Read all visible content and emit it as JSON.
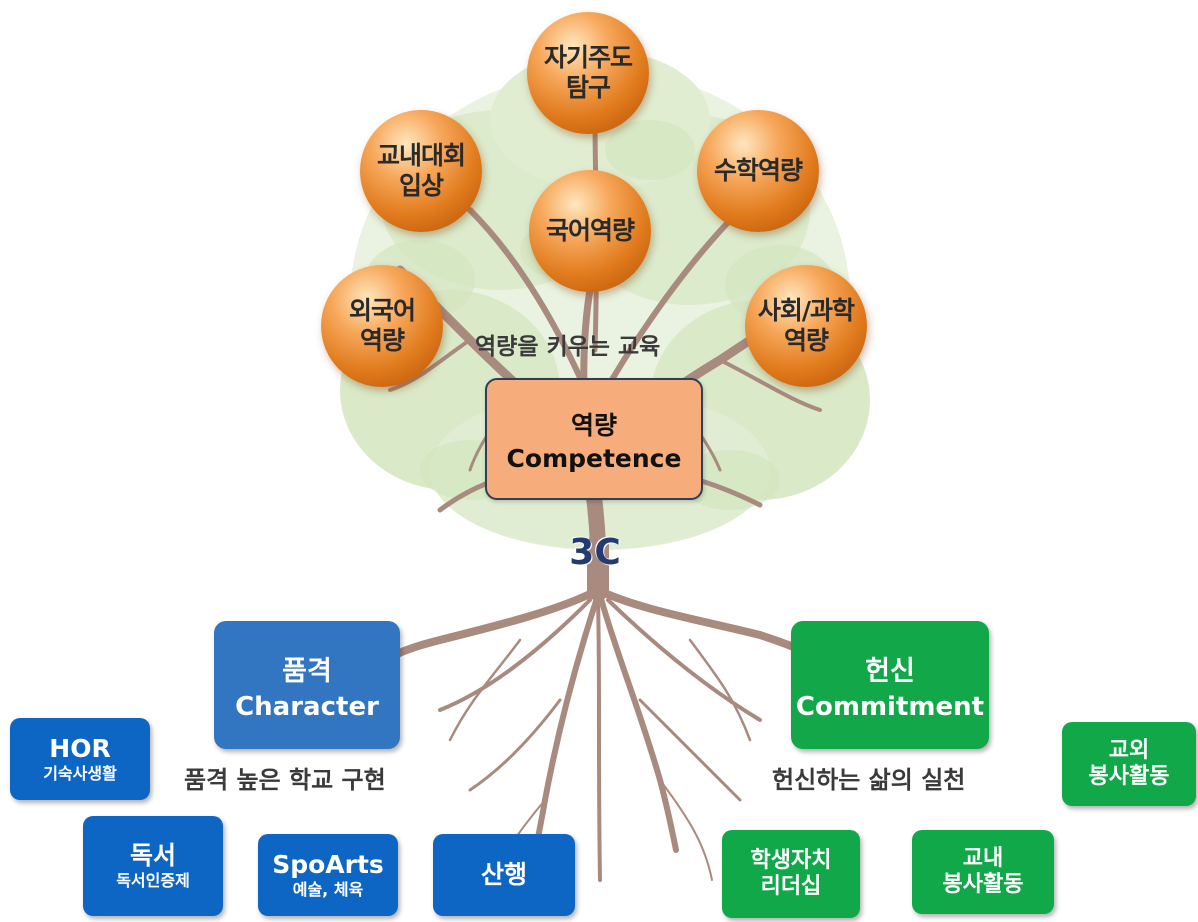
{
  "tree_label": "3C",
  "center": {
    "ko": "역량",
    "en": "Competence",
    "caption": "역량을 키우는 교육"
  },
  "competencies": [
    "자기주도\n탐구",
    "교내대회\n입상",
    "수학역량",
    "국어역량",
    "외국어\n역량",
    "사회/과학\n역량"
  ],
  "character": {
    "ko": "품격",
    "en": "Character",
    "caption": "품격 높은 학교 구현",
    "programs": [
      {
        "main": "HOR",
        "sub": "기숙사생활"
      },
      {
        "main": "독서",
        "sub": "독서인증제"
      },
      {
        "main": "SpoArts",
        "sub": "예술, 체육"
      },
      {
        "main": "산행"
      }
    ]
  },
  "commitment": {
    "ko": "헌신",
    "en": "Commitment",
    "caption": "헌신하는 삶의 실천",
    "programs": [
      {
        "main": "교외\n봉사활동"
      },
      {
        "main": "학생자치\n리더십"
      },
      {
        "main": "교내\n봉사활동"
      }
    ]
  },
  "colors": {
    "orb": "#e5811f",
    "competence_box": "#f6ad7b",
    "character_blue": "#3275c0",
    "commitment_green": "#12a84a",
    "trunk": "#a98a7e",
    "foliage": "#c9dfb3"
  }
}
